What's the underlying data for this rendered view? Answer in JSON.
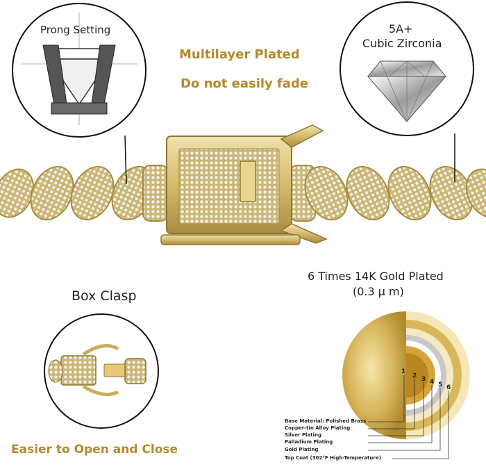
{
  "headline": {
    "line1": "Multilayer Plated",
    "line2": "Do not easily fade"
  },
  "prong_setting": {
    "label": "Prong Setting"
  },
  "cubic_zirconia": {
    "grade": "5A+",
    "label": "Cubic Zirconia"
  },
  "box_clasp": {
    "label": "Box Clasp"
  },
  "gold_plating": {
    "title": "6 Times 14K Gold Plated",
    "thickness": "(0.3 μ m)"
  },
  "bottom_caption": "Easier to Open and Close",
  "layers": [
    {
      "num": "1",
      "label": "Base Material: Polished Brass"
    },
    {
      "num": "2",
      "label": "Copper-tin Alloy Plating"
    },
    {
      "num": "3",
      "label": "Silver Plating"
    },
    {
      "num": "4",
      "label": "Palladium Plating"
    },
    {
      "num": "5",
      "label": "Gold Plating"
    },
    {
      "num": "6",
      "label": "Top Coat   (302°F High-Temperature)"
    }
  ],
  "colors": {
    "gold_text": "#b5892c",
    "chain_gold": "#d8c07a",
    "chain_dark": "#a88a3e",
    "stone": "#f2efe4"
  }
}
